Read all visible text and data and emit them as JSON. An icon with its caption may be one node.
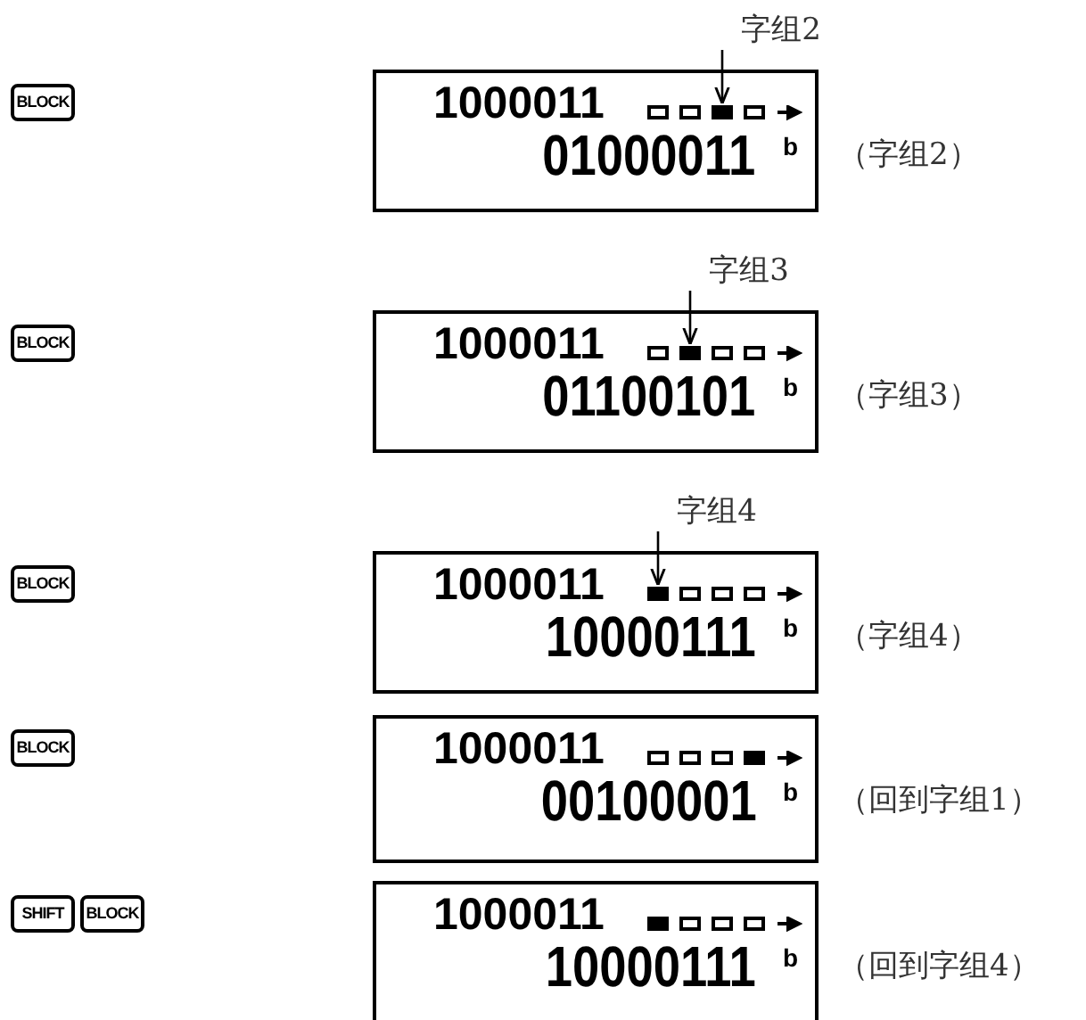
{
  "diagram": {
    "nodes": [
      {
        "text": [
          "字组2"
        ]
      },
      {
        "text": [
          "BLOCK"
        ]
      },
      {
        "text": [
          "1000011",
          "01000011",
          "b"
        ],
        "beside": [
          "（字组2）"
        ]
      },
      {
        "text": [],
        "shape": "box",
        "in": 2
      },
      {
        "text": [
          "字组3"
        ]
      },
      {
        "text": [
          "BLOCK"
        ]
      },
      {
        "text": [
          "1000011",
          "01100101",
          "b"
        ],
        "beside": [
          "（字组3）"
        ]
      },
      {
        "text": [],
        "shape": "box",
        "in": 6
      },
      {
        "text": [
          "字组4"
        ]
      },
      {
        "text": [
          "BLOCK"
        ]
      },
      {
        "text": [
          "1000011",
          "10000111",
          "b"
        ],
        "beside": [
          "（字组4）"
        ]
      },
      {
        "text": [],
        "shape": "box",
        "in": 10
      },
      {
        "text": [
          "BLOCK"
        ]
      },
      {
        "text": [
          "1000011",
          "00100001",
          "b"
        ],
        "beside": [
          "（回到字组1）"
        ]
      },
      {
        "text": [
          "SHIFT"
        ]
      },
      {
        "text": [
          "BLOCK"
        ]
      },
      {
        "text": [
          "1000011",
          "10000111",
          "b"
        ],
        "beside": [
          "（回到字组4）"
        ]
      }
    ],
    "edges": [
      {
        "from": 0,
        "to": 3,
        "arrow": "to"
      },
      {
        "from": 4,
        "to": 7,
        "arrow": "to"
      },
      {
        "from": 8,
        "to": 11,
        "arrow": "to"
      }
    ]
  }
}
